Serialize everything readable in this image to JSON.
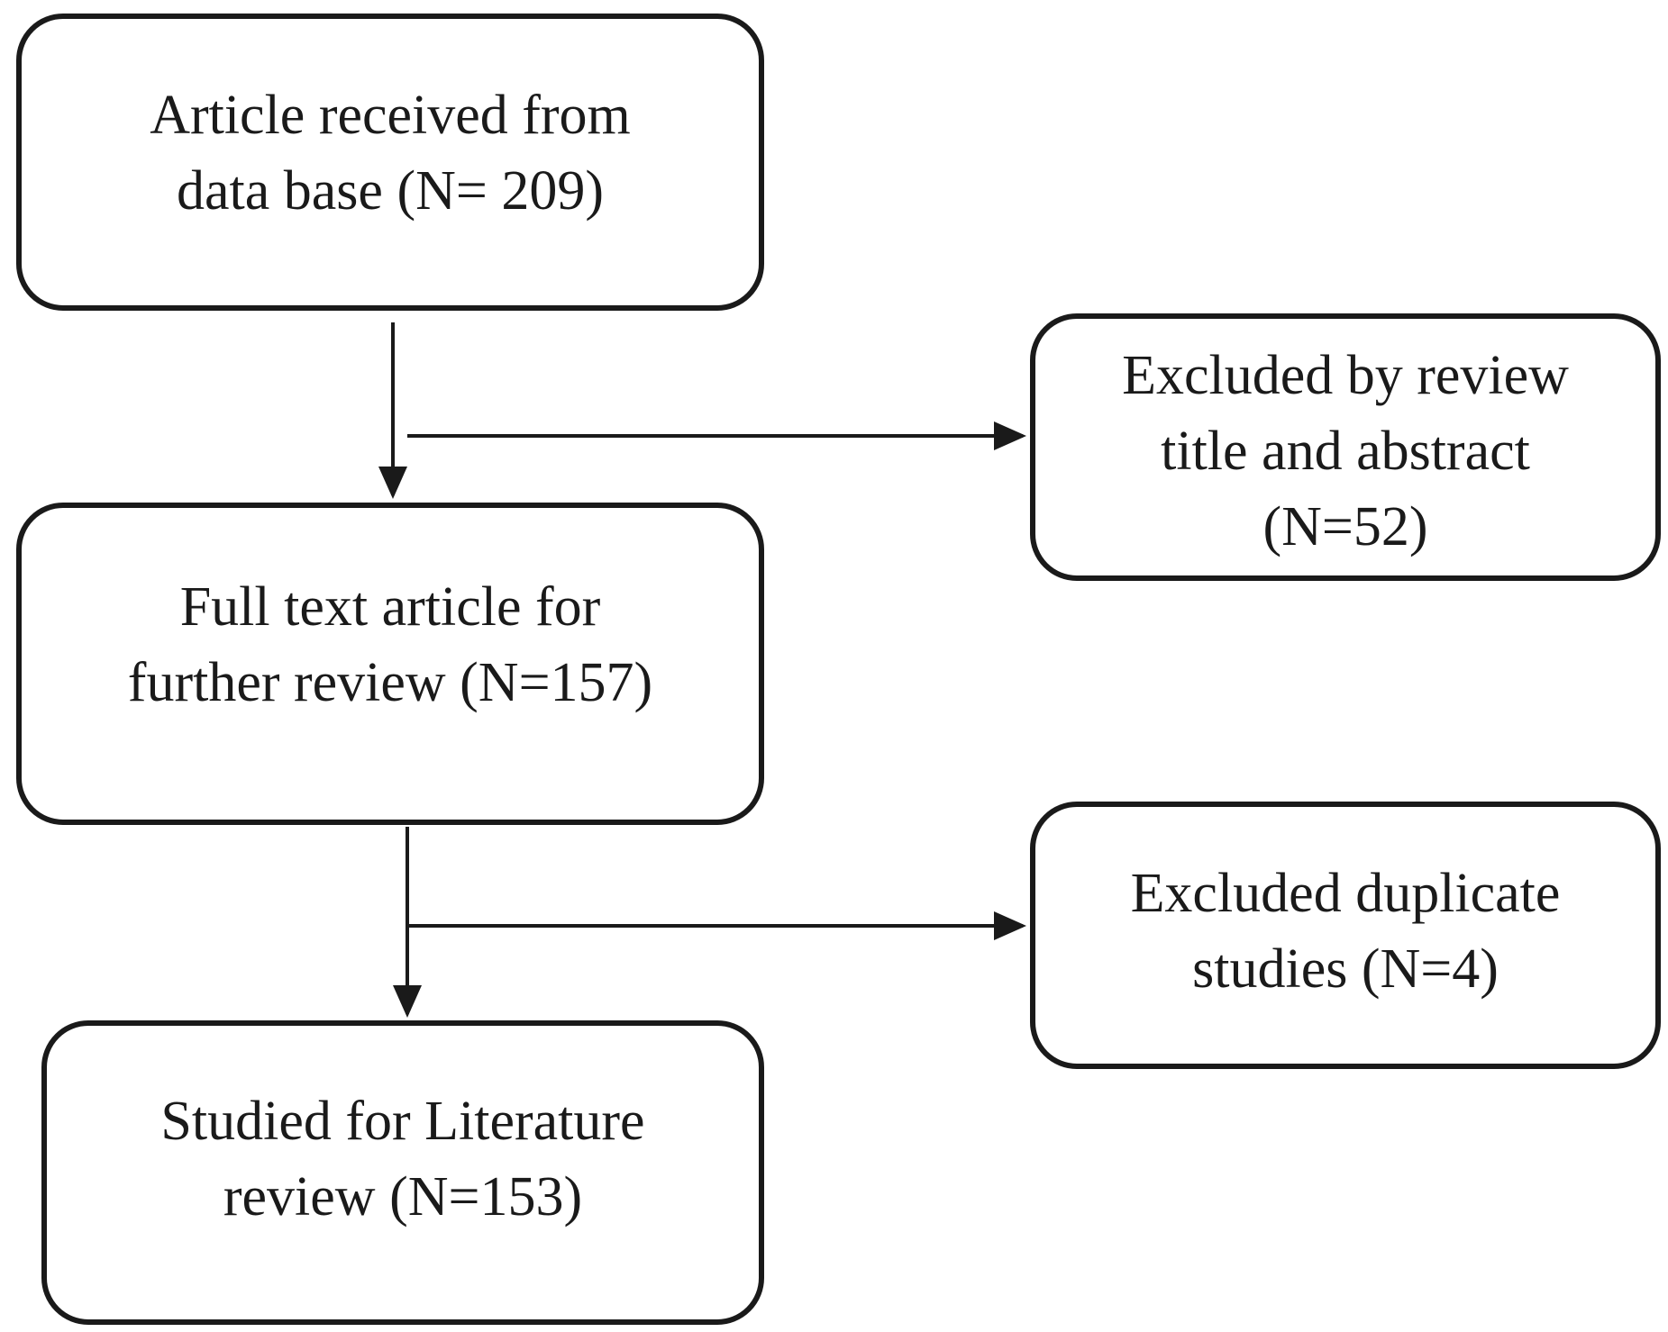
{
  "diagram": {
    "boxes": {
      "received": {
        "lines": [
          "Article received from",
          "data base (N= 209)"
        ]
      },
      "fulltext": {
        "lines": [
          "Full text article for",
          "further review (N=157)"
        ]
      },
      "studied": {
        "lines": [
          "Studied for Literature",
          "review (N=153)"
        ]
      },
      "excluded_title": {
        "lines": [
          "Excluded by review",
          "title and abstract",
          "(N=52)"
        ]
      },
      "excluded_duplicate": {
        "lines": [
          "Excluded duplicate",
          "studies (N=4)"
        ]
      }
    },
    "colors": {
      "stroke": "#1a1a1a",
      "background": "#ffffff"
    }
  }
}
